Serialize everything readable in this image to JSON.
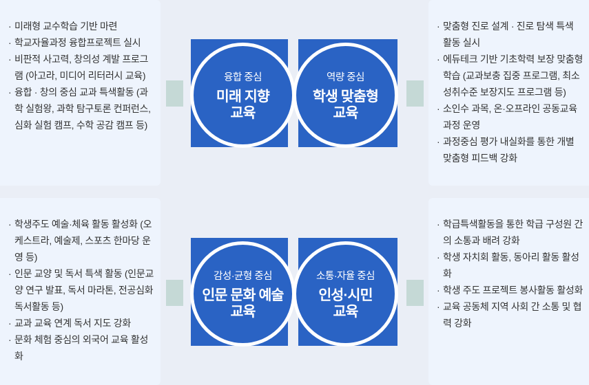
{
  "colors": {
    "primary_blue": "#2a63c4",
    "ring_white": "#ffffff",
    "page_bg": "#eaeef6",
    "box_bg": "#eef4fd",
    "accent_teal": "#c5d9d6",
    "text_dark": "#333333",
    "circle_text": "#ffffff"
  },
  "ui": {
    "bullet": "·"
  },
  "circles": [
    {
      "label": "융합 중심",
      "title": "미래 지향\n교육"
    },
    {
      "label": "역량 중심",
      "title": "학생 맞춤형\n교육"
    },
    {
      "label": "감성·균형 중심",
      "title": "인문 문화 예술\n교육"
    },
    {
      "label": "소통·자율 중심",
      "title": "인성·시민\n교육"
    }
  ],
  "boxes": {
    "top_left": {
      "items": [
        "미래형 교수학습 기반 마련",
        "학교자율과정 융합프로젝트 실시",
        "비판적 사고력, 창의성 계발 프로그램 (아고라, 미디어 리터러시 교육)",
        "융합 · 창의 중심 교과 특색활동 (과학 실험왕, 과학 탐구토론 컨퍼런스, 심화 실험 캠프, 수학 공감 캠프 등)"
      ]
    },
    "top_right": {
      "items": [
        "맞춤형 진로 설계 · 진로 탐색 특색 활동 실시",
        "에듀테크 기반 기초학력 보장 맞춤형 학습 (교과보충 집중 프로그램, 최소 성취수준 보장지도 프로그램 등)",
        "소인수 과목, 온·오프라인 공동교육 과정 운영",
        "과정중심 평가 내실화를 통한 개별 맞춤형 피드백 강화"
      ]
    },
    "bottom_left": {
      "items": [
        "학생주도 예술·체육 활동 활성화 (오케스트라, 예술제, 스포츠 한마당 운영 등)",
        "인문 교양 및 독서 특색 활동 (인문교양 연구 발표, 독서 마라톤, 전공심화독서활동 등)",
        "교과 교육 연계 독서 지도 강화",
        "문화 체험 중심의 외국어 교육 활성화"
      ]
    },
    "bottom_right": {
      "items": [
        "학급특색활동을 통한 학급 구성원 간의 소통과 배려 강화",
        "학생 자치회 활동, 동아리 활동 활성화",
        "학생 주도 프로젝트 봉사활동 활성화",
        "교육 공동체 지역 사회 간 소통 및 협력 강화"
      ]
    }
  }
}
